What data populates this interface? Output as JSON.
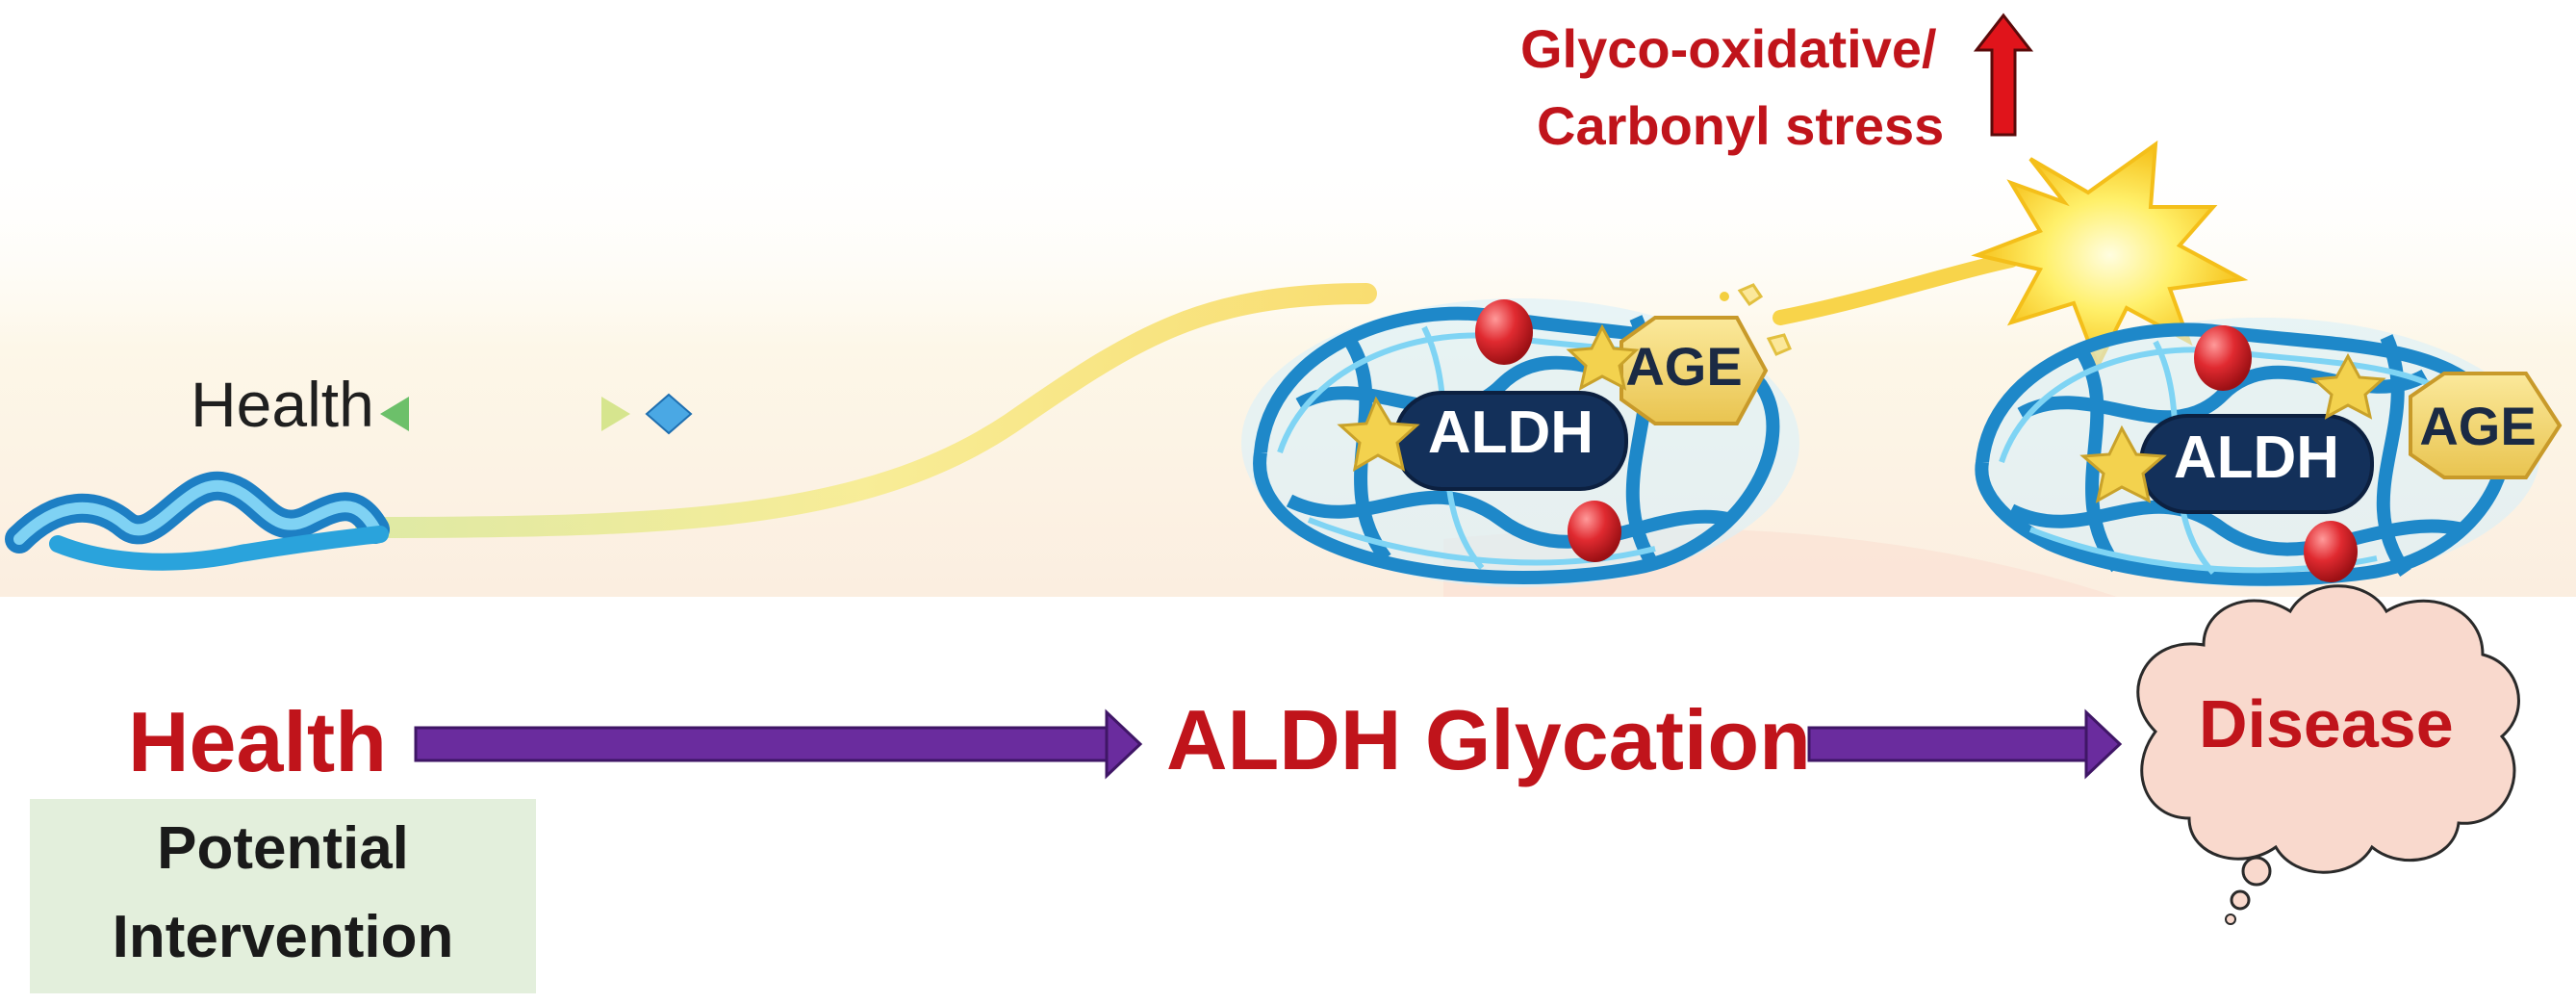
{
  "labels": {
    "health_small": "Health",
    "stress_line1": "Glyco-oxidative/",
    "stress_line2": "Carbonyl stress",
    "health_main": "Health",
    "glycation": "ALDH Glycation",
    "disease": "Disease",
    "intervention_line1": "Potential",
    "intervention_line2": "Intervention",
    "aldh_left": "ALDH",
    "aldh_right": "ALDH",
    "age_left": "AGE",
    "age_right": "AGE"
  },
  "colors": {
    "label_red": "#c0141b",
    "process_arrow": "#6a2c9e",
    "stress_arrow": "#e0141b",
    "protein_blue": "#2aa3dc",
    "aldh_badge": "#13305a",
    "age_badge": "#f5d86a",
    "modification_red": "#e02a30",
    "cloud_fill": "#f9d9cd",
    "intervention_fill": "#e3efdc",
    "path_yellow": "#f6e98a"
  },
  "icons": [
    "double-arrow-icon",
    "diamond-icon",
    "up-arrow-icon",
    "starburst-icon",
    "thought-cloud-icon"
  ]
}
